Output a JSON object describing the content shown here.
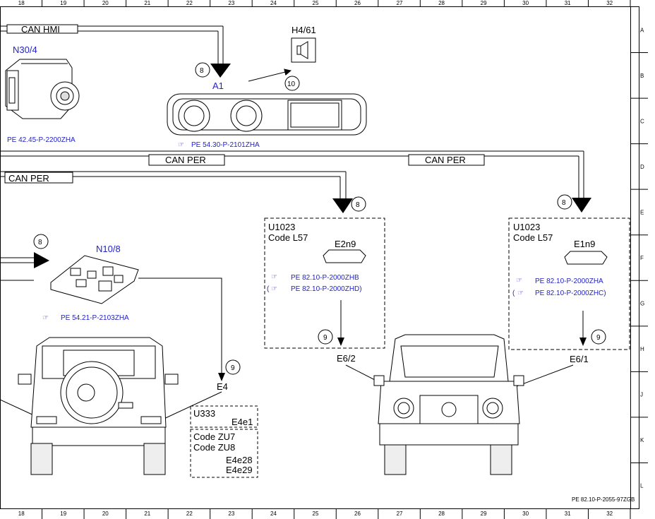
{
  "colors": {
    "component_blue": "#2323c8",
    "line": "#000000"
  },
  "grid": {
    "columns": [
      "18",
      "19",
      "20",
      "21",
      "22",
      "23",
      "24",
      "25",
      "26",
      "27",
      "28",
      "29",
      "30",
      "31",
      "32"
    ],
    "rows": [
      "A",
      "B",
      "C",
      "D",
      "E",
      "F",
      "G",
      "H",
      "J",
      "K",
      "L"
    ]
  },
  "buses": {
    "can_hmi": "CAN HMI",
    "can_per_1": "CAN PER",
    "can_per_2": "CAN PER",
    "can_per_3": "CAN PER"
  },
  "components": {
    "n30_4": {
      "name": "N30/4",
      "ref": "PE 42.45-P-2200ZHA"
    },
    "a1": {
      "name": "A1",
      "ref": "PE 54.30-P-2101ZHA"
    },
    "h4_61": {
      "name": "H4/61"
    },
    "n10_8": {
      "name": "N10/8",
      "ref": "PE 54.21-P-2103ZHA"
    },
    "u1023_left": {
      "code": "U1023",
      "line2": "Code L57",
      "unit": "E2n9",
      "ref1": "PE 82.10-P-2000ZHB",
      "ref2": "PE 82.10-P-2000ZHD)",
      "paren": "("
    },
    "u1023_right": {
      "code": "U1023",
      "line2": "Code L57",
      "unit": "E1n9",
      "ref1": "PE 82.10-P-2000ZHA",
      "ref2": "PE 82.10-P-2000ZHC)",
      "paren": "("
    },
    "e4": {
      "name": "E4"
    },
    "e6_2": {
      "name": "E6/2"
    },
    "e6_1": {
      "name": "E6/1"
    },
    "u333_box": {
      "code": "U333",
      "item": "E4e1"
    },
    "zu_box": {
      "code1": "Code ZU7",
      "code2": "Code ZU8",
      "item1": "E4e28",
      "item2": "E4e29"
    }
  },
  "markers": {
    "m8": "8",
    "m9": "9",
    "m10": "10"
  },
  "footer": {
    "doc_id": "PE 82.10-P-2055-97ZGB"
  }
}
